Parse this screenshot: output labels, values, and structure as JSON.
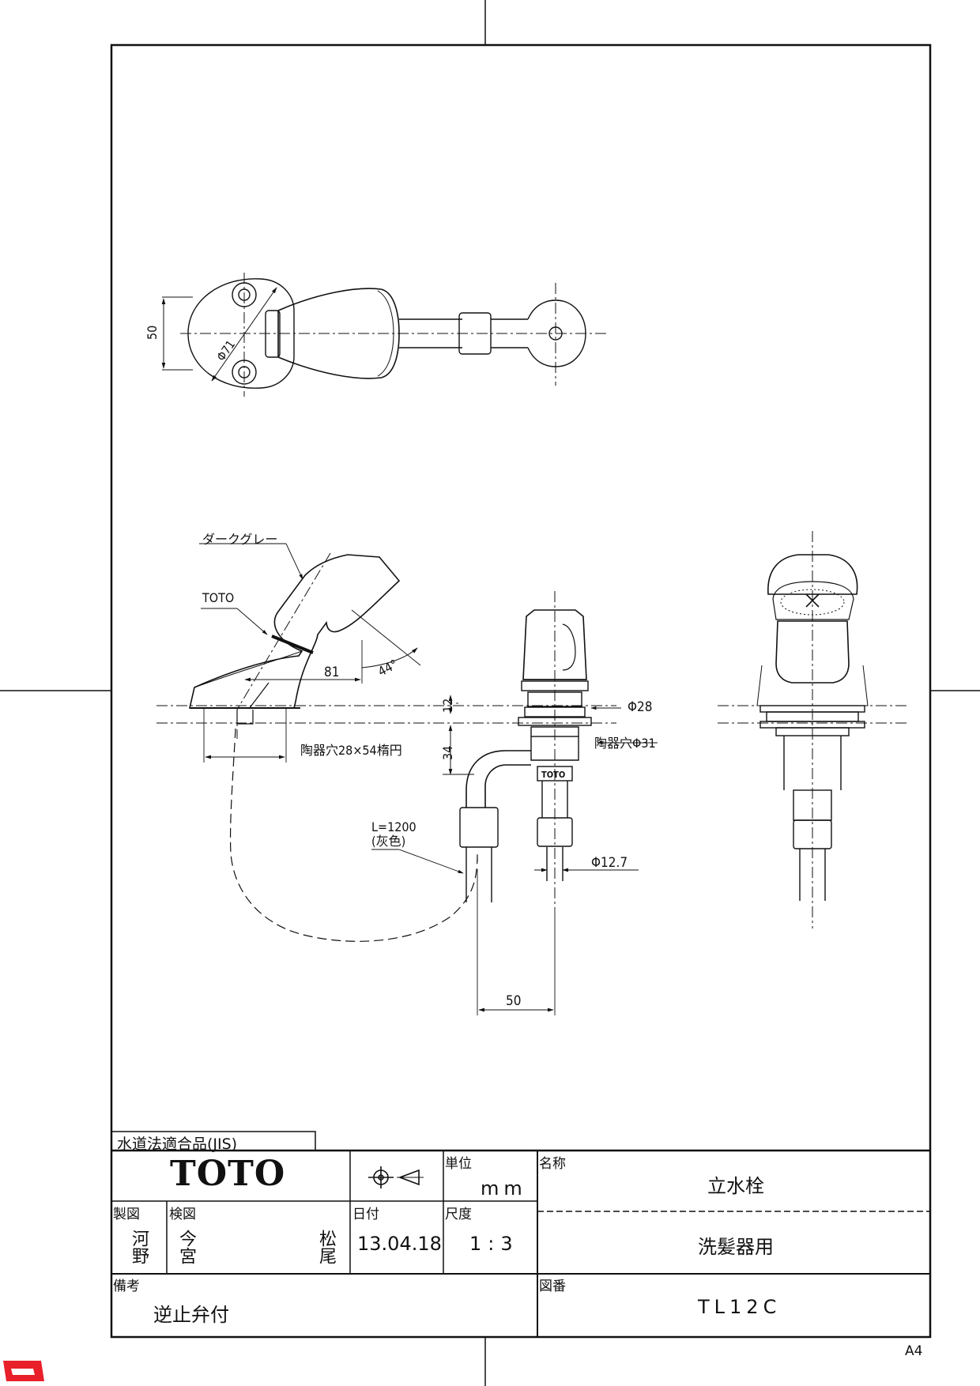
{
  "drawing": {
    "dims": {
      "top_height": "50",
      "top_dia": "Φ71",
      "side_length": "81",
      "angle": "44°",
      "height_12": "12",
      "height_34": "34",
      "hole_size": "陶器穴28×54楕円",
      "dia_28": "Φ28",
      "hole_dia": "陶器穴Φ31",
      "dia_127": "Φ12.7",
      "bottom_50": "50"
    },
    "labels": {
      "color_note": "ダークグレー",
      "brand_mark": "TOTO",
      "hose_length": "L=1200",
      "hose_color": "(灰色)",
      "stamp": "TOTO"
    }
  },
  "compliance": "水道法適合品(JIS)",
  "title_block": {
    "brand": "TOTO",
    "unit_label": "単位",
    "unit_value": "mm",
    "name_label": "名称",
    "name_value": "立水栓",
    "subname_value": "洗髪器用",
    "drawn_label": "製図",
    "drawn_by": "河野",
    "checked_label": "検図",
    "checked_by": "今宮",
    "approved_by": "松尾",
    "date_label": "日付",
    "date_value": "13.04.18",
    "scale_label": "尺度",
    "scale_value": "1:3",
    "remarks_label": "備考",
    "remarks_value": "逆止弁付",
    "drawing_no_label": "図番",
    "drawing_no_value": "TL12C"
  },
  "sheet_size": "A4"
}
